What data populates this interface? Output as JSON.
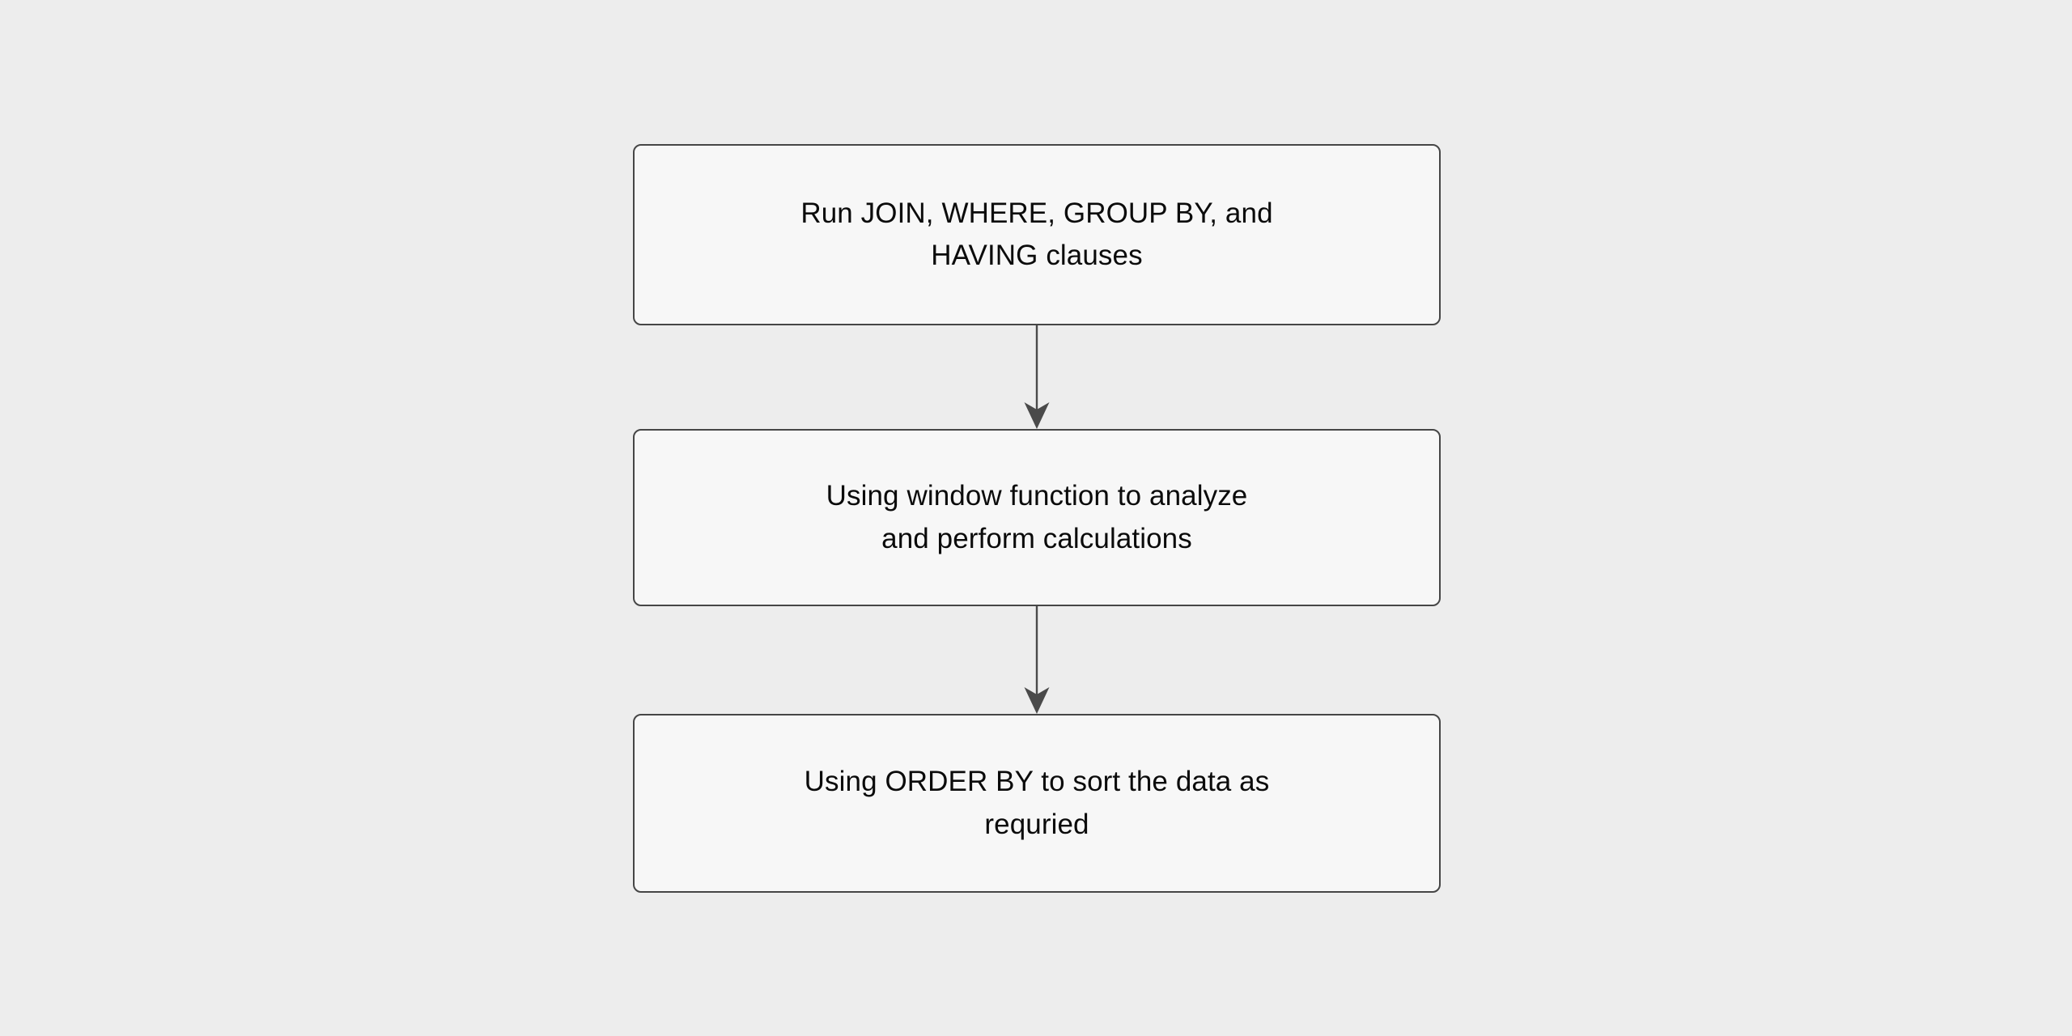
{
  "diagram": {
    "type": "flowchart",
    "orientation": "top-to-bottom",
    "background_color": "#ededed",
    "node_fill_color": "#f7f7f7",
    "node_border_color": "#464646",
    "edge_color": "#4a4a4a",
    "text_color": "#0b0b0b",
    "nodes": [
      {
        "id": "node-1",
        "label": "Run JOIN, WHERE, GROUP BY, and\nHAVING clauses",
        "shape": "rounded-rectangle"
      },
      {
        "id": "node-2",
        "label": "Using window function to analyze\nand perform calculations",
        "shape": "rounded-rectangle"
      },
      {
        "id": "node-3",
        "label": "Using ORDER BY to sort the data as\nrequried",
        "shape": "rounded-rectangle"
      }
    ],
    "edges": [
      {
        "id": "edge-1",
        "from": "node-1",
        "to": "node-2",
        "label": "",
        "arrowhead": "arrow-down-icon"
      },
      {
        "id": "edge-2",
        "from": "node-2",
        "to": "node-3",
        "label": "",
        "arrowhead": "arrow-down-icon"
      }
    ]
  }
}
